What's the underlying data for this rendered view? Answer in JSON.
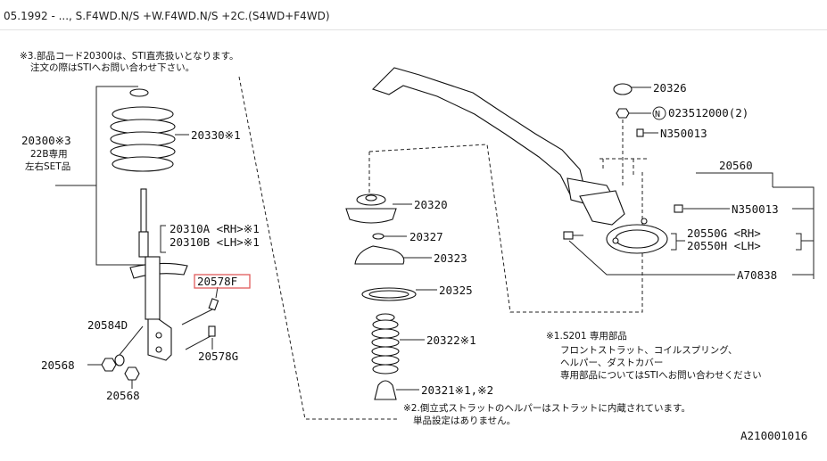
{
  "header": {
    "title": "05.1992 - ..., S.F4WD.N/S +W.F4WD.N/S +2C.(S4WD+F4WD)"
  },
  "notes": {
    "note3_line1": "※3.部品コード20300は、STI直売扱いとなります。",
    "note3_line2": "注文の際はSTIへお問い合わせ下さい。",
    "note1_title": "※1.S201 専用部品",
    "note1_line1": "フロントストラット、コイルスプリング、",
    "note1_line2": "ヘルパー、ダストカバー",
    "note1_line3": "専用部品についてはSTIへお問い合わせください",
    "note2_line1": "※2.倒立式ストラットのヘルパーはストラットに内蔵されています。",
    "note2_line2": "単品設定はありません。"
  },
  "labels": {
    "p20300": "20300※3",
    "p20300_sub1": "22B専用",
    "p20300_sub2": "左右SET品",
    "p20330": "20330※1",
    "p20310a": "20310A <RH>※1",
    "p20310b": "20310B <LH>※1",
    "p20578f": "20578F",
    "p20584d": "20584D",
    "p20568_left": "20568",
    "p20568_bottom": "20568",
    "p20578g": "20578G",
    "p20320": "20320",
    "p20327": "20327",
    "p20323": "20323",
    "p20325": "20325",
    "p20322": "20322※1",
    "p20321": "20321※1,※2",
    "p20326": "20326",
    "p023512000_circle": "N",
    "p023512000": "023512000(2)",
    "pN350013_top": "N350013",
    "p20560": "20560",
    "pN350013_mid": "N350013",
    "p20550g": "20550G <RH>",
    "p20550h": "20550H <LH>",
    "pA70838": "A70838",
    "diagram_id": "A210001016"
  },
  "colors": {
    "highlight": "#e05a5a",
    "line": "#222222"
  }
}
